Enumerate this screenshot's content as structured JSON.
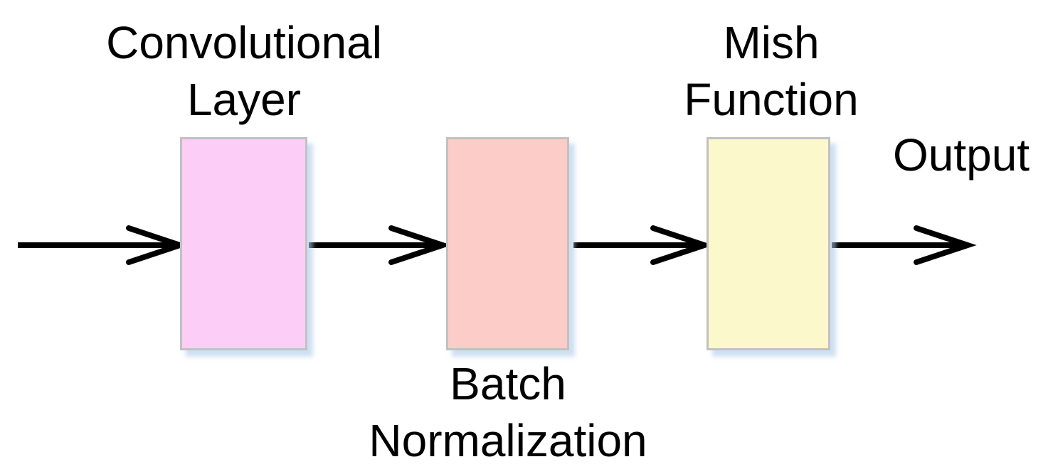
{
  "diagram": {
    "nodes": [
      {
        "id": "conv",
        "label": "Convolutional\nLayer",
        "label_position": "above",
        "fill": "#fccdf7"
      },
      {
        "id": "batch_norm",
        "label": "Batch\nNormalization",
        "label_position": "below",
        "fill": "#fcccc8"
      },
      {
        "id": "mish",
        "label": "Mish\nFunction",
        "label_position": "above",
        "fill": "#fbf8cc"
      }
    ],
    "output_label": "Output",
    "connections": [
      {
        "from": "input",
        "to": "conv"
      },
      {
        "from": "conv",
        "to": "batch_norm"
      },
      {
        "from": "batch_norm",
        "to": "mish"
      },
      {
        "from": "mish",
        "to": "output"
      }
    ],
    "colors": {
      "node_border": "#c2c1c2",
      "node_shadow": "#cfe2f3",
      "arrow": "#000000",
      "text": "#000000",
      "background": "#ffffff"
    }
  }
}
